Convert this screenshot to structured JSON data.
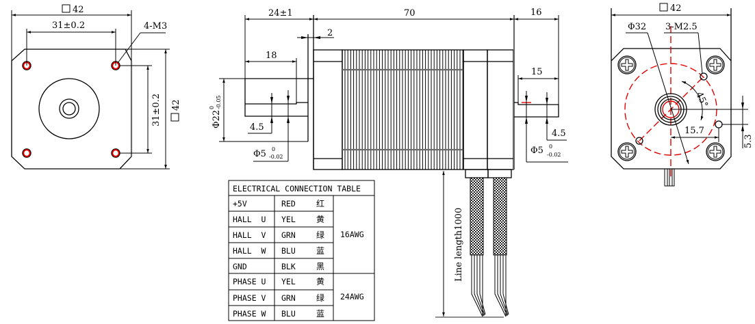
{
  "front_view": {
    "square_size": "42",
    "hole_spacing_h": "31±0.2",
    "hole_spacing_v": "31±0.2",
    "hole_callout": "4-M3"
  },
  "side_view": {
    "boss_length": "24±1",
    "flange_gap": "2",
    "body_length": "70",
    "rear_shaft_length": "16",
    "front_shaft_sub": "18",
    "rear_shaft_sub": "15",
    "boss_diameter": "Φ22",
    "boss_tol_upper": "0",
    "boss_tol_lower": "-0.05",
    "shaft_flat_front": "4.5",
    "shaft_flat_rear": "4.5",
    "shaft_dia_front": "Φ5",
    "shaft_dia_rear": "Φ5",
    "shaft_tol_upper": "0",
    "shaft_tol_lower": "-0.02",
    "line_length": "Line length1000"
  },
  "rear_view": {
    "square_size": "42",
    "circle_dia": "Φ32",
    "hole_callout": "3-M2.5",
    "angle": "45°",
    "offset_x": "15.7",
    "offset_y": "5.3"
  },
  "accent_colors": {
    "line": "#000000",
    "center": "#e00000",
    "edge": "#6b6b6b"
  },
  "table": {
    "title": "ELECTRICAL CONNECTION TABLE",
    "rows": [
      {
        "signal": "+5V",
        "color": "RED",
        "cn": "红"
      },
      {
        "signal": "HALL  U",
        "color": "YEL",
        "cn": "黄"
      },
      {
        "signal": "HALL  V",
        "color": "GRN",
        "cn": "绿"
      },
      {
        "signal": "HALL  W",
        "color": "BLU",
        "cn": "蓝"
      },
      {
        "signal": "GND",
        "color": "BLK",
        "cn": "黑"
      },
      {
        "signal": "PHASE U",
        "color": "YEL",
        "cn": "黄"
      },
      {
        "signal": "PHASE V",
        "color": "GRN",
        "cn": "绿"
      },
      {
        "signal": "PHASE W",
        "color": "BLU",
        "cn": "蓝"
      }
    ],
    "gauge_hall": "16AWG",
    "gauge_phase": "24AWG"
  }
}
